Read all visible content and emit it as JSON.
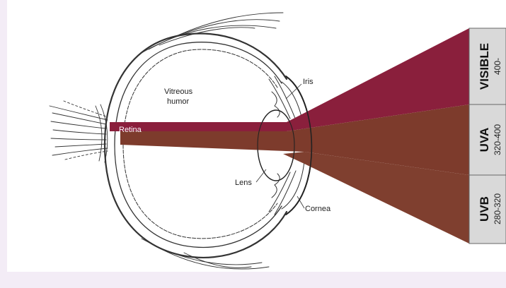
{
  "labels": {
    "vitreous_line1": "Vitreous",
    "vitreous_line2": "humor",
    "iris": "Iris",
    "retina": "Retina",
    "lens": "Lens",
    "cornea": "Cornea"
  },
  "bands": [
    {
      "name": "VISIBLE",
      "range": "400-",
      "color": "#8a1f3c"
    },
    {
      "name": "UVA",
      "range": "320-400",
      "color": "#7a3a2a"
    },
    {
      "name": "UVB",
      "range": "280-320",
      "color": "#7f3f2f"
    }
  ],
  "colors": {
    "background": "#f3ecf6",
    "panel": "#ffffff",
    "visible_beam": "#8a1f3c",
    "uv_beam": "#7d3b2c",
    "legend_bg": "#d9d9d9"
  }
}
